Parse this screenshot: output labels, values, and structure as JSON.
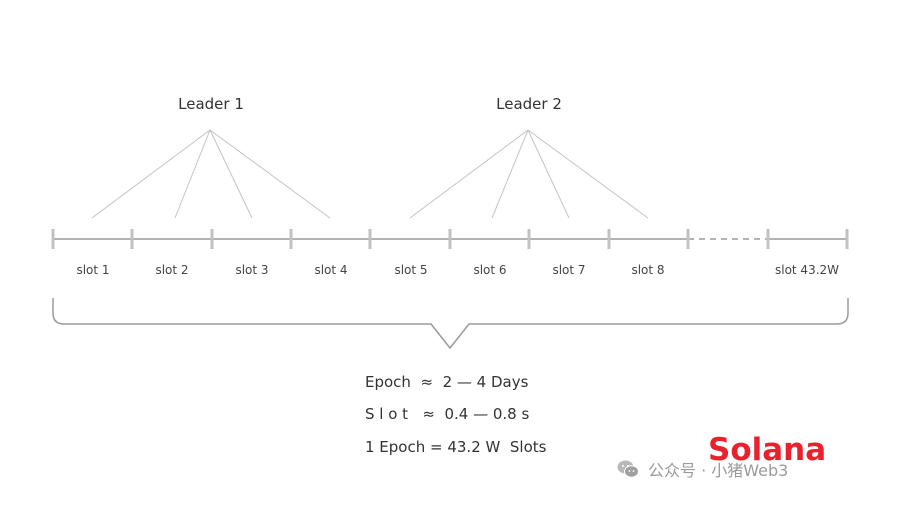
{
  "leaders": [
    {
      "label": "Leader 1"
    },
    {
      "label": "Leader 2"
    }
  ],
  "slots": [
    "slot 1",
    "slot 2",
    "slot 3",
    "slot 4",
    "slot 5",
    "slot 6",
    "slot 7",
    "slot 8",
    "slot 43.2W"
  ],
  "formulas": {
    "epoch": "Epoch  ≈  2 — 4 Days",
    "slot": "S l o t   ≈  0.4 — 0.8 s",
    "relation": "1 Epoch = 43.2 W  Slots"
  },
  "brand": "Solana",
  "watermark": "公众号 · 小猪Web3",
  "colors": {
    "line": "#b5b5b5",
    "brand": "#e8222d"
  }
}
